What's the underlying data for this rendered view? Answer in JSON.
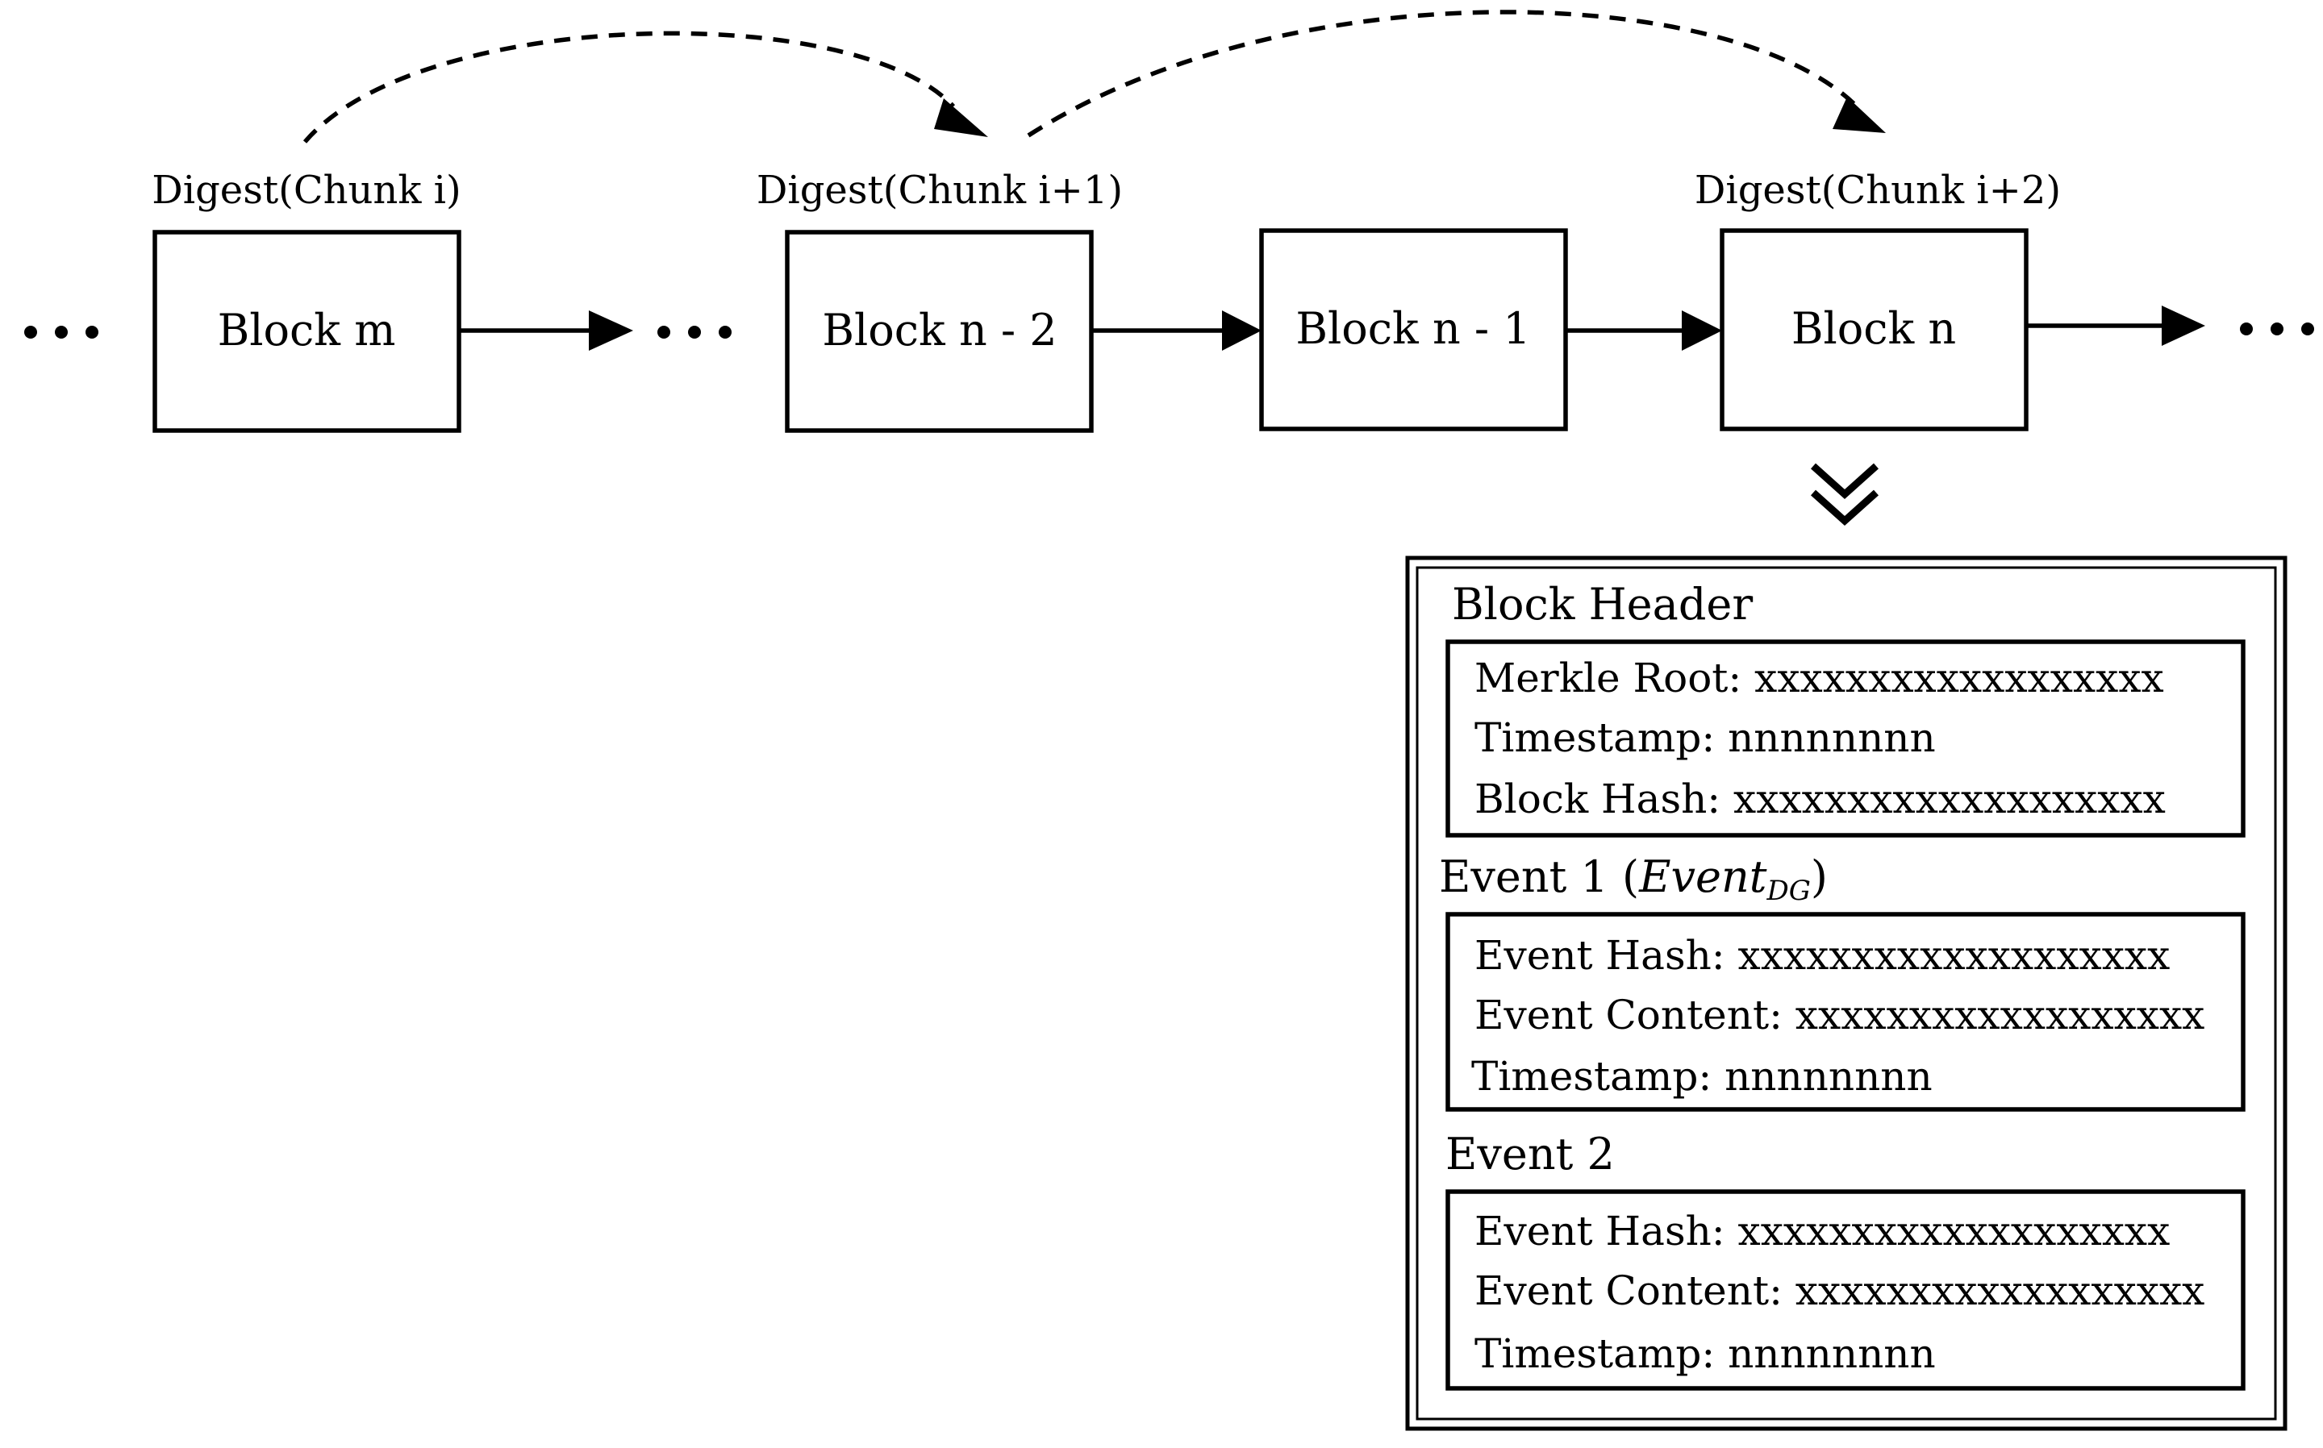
{
  "chain": {
    "blocks": [
      {
        "id": "block-m",
        "label": "Block m",
        "digest": "Digest(Chunk i)"
      },
      {
        "id": "block-n-minus-2",
        "label": "Block n - 2",
        "digest": "Digest(Chunk i+1)"
      },
      {
        "id": "block-n-minus-1",
        "label": "Block n - 1",
        "digest": ""
      },
      {
        "id": "block-n",
        "label": "Block n",
        "digest": "Digest(Chunk i+2)"
      }
    ],
    "ellipsis": "• • •"
  },
  "detail": {
    "header": {
      "title": "Block Header",
      "fields": [
        "Merkle Root: xxxxxxxxxxxxxxxxxx",
        "Timestamp: nnnnnnnn",
        "Block Hash: xxxxxxxxxxxxxxxxxxx"
      ]
    },
    "event1": {
      "title_main": "Event 1 (",
      "title_italic": "Event",
      "title_sub": "DG",
      "title_close": ")",
      "fields": [
        "Event Hash: xxxxxxxxxxxxxxxxxxx",
        "Event Content: xxxxxxxxxxxxxxxxxx",
        "Timestamp: nnnnnnnn"
      ]
    },
    "event2": {
      "title": "Event 2",
      "fields": [
        "Event Hash: xxxxxxxxxxxxxxxxxxx",
        "Event Content: xxxxxxxxxxxxxxxxxx",
        "Timestamp: nnnnnnnn"
      ]
    }
  }
}
